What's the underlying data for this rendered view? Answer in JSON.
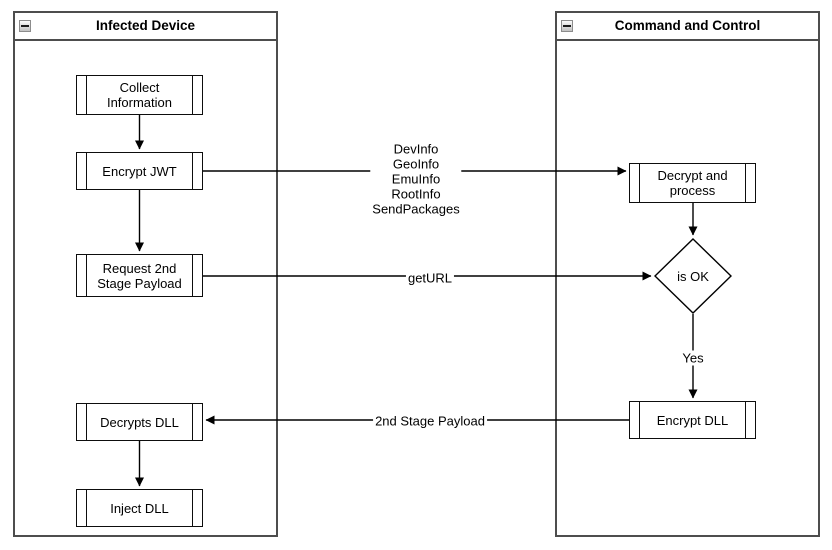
{
  "lanes": {
    "infected_device": {
      "title": "Infected Device"
    },
    "command_control": {
      "title": "Command and Control"
    }
  },
  "nodes": {
    "collect_information": {
      "label": "Collect\nInformation"
    },
    "encrypt_jwt": {
      "label": "Encrypt JWT"
    },
    "request_payload": {
      "label": "Request 2nd\nStage Payload"
    },
    "decrypts_dll": {
      "label": "Decrypts DLL"
    },
    "inject_dll": {
      "label": "Inject DLL"
    },
    "decrypt_process": {
      "label": "Decrypt and\nprocess"
    },
    "is_ok": {
      "label": "is OK"
    },
    "encrypt_dll": {
      "label": "Encrypt DLL"
    }
  },
  "edge_labels": {
    "send_info": {
      "label": "DevInfo\nGeoInfo\nEmuInfo\nRootInfo\nSendPackages"
    },
    "get_url": {
      "label": "getURL"
    },
    "second_stage": {
      "label": "2nd Stage Payload"
    },
    "yes": {
      "label": "Yes"
    }
  },
  "icons": {
    "collapse": "minus-icon"
  },
  "colors": {
    "container_border": "#4d4d4d",
    "shape_stroke": "#000000",
    "fill": "#ffffff",
    "text": "#000000"
  }
}
